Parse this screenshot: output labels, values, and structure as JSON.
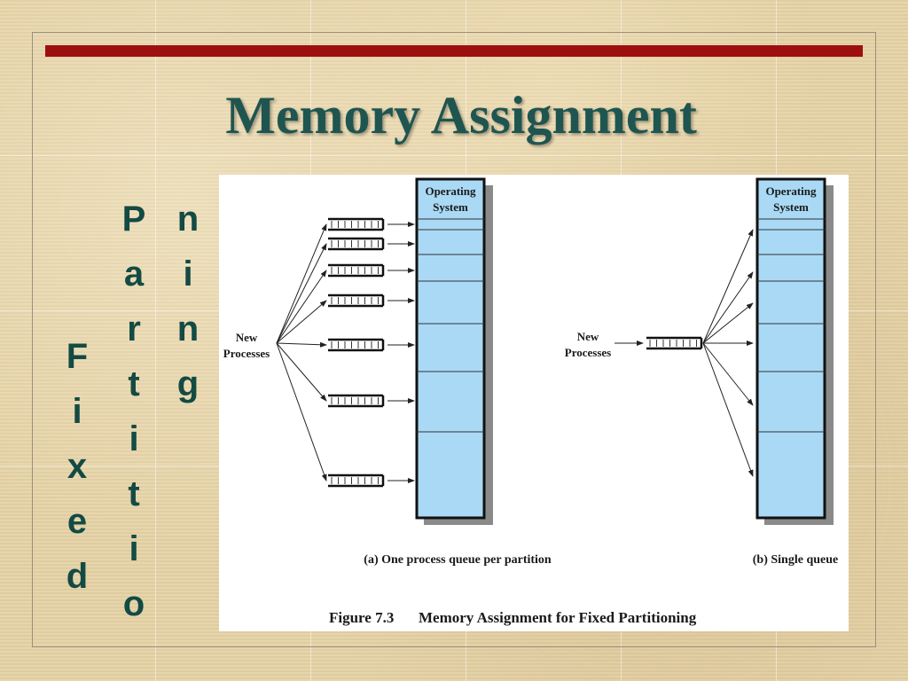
{
  "slide": {
    "title": "Memory Assignment",
    "vertical_words": [
      "Fixed",
      "Partitio",
      "ning"
    ],
    "colors": {
      "accent_bar": "#9e1010",
      "title": "#1f5550",
      "vertical_text": "#134a44",
      "partition_fill": "#a9d9f5"
    }
  },
  "figure": {
    "os_label_line1": "Operating",
    "os_label_line2": "System",
    "new_label_line1": "New",
    "new_label_line2": "Processes",
    "caption_a": "(a) One process queue per partition",
    "caption_b": "(b) Single queue",
    "figure_number": "Figure 7.3",
    "figure_title": "Memory Assignment for Fixed Partitioning"
  }
}
